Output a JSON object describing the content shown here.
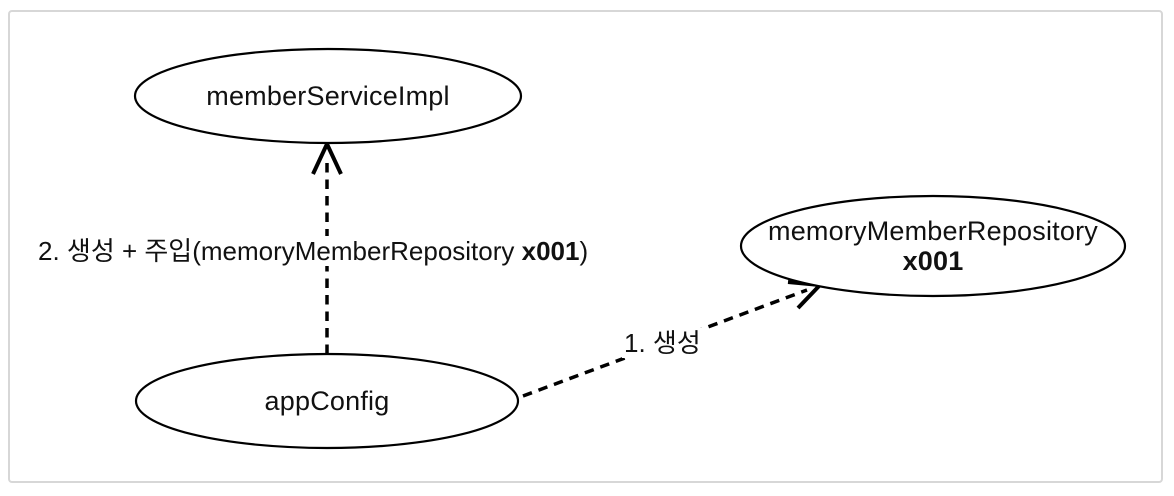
{
  "diagram": {
    "title": "spring-bean-creation-di-diagram",
    "nodes": {
      "member_service_impl": {
        "label": "memberServiceImpl"
      },
      "memory_member_repository": {
        "label": "memoryMemberRepository",
        "sublabel": "x001"
      },
      "app_config": {
        "label": "appConfig"
      }
    },
    "edges": {
      "create_and_inject": {
        "label_prefix": "2. 생성 + 주입(memoryMemberRepository ",
        "label_bold": "x001",
        "label_suffix": ")"
      },
      "create": {
        "label": "1. 생성"
      }
    },
    "colors": {
      "stroke": "#000000",
      "frame_border": "#d7d7d7",
      "background": "#ffffff"
    }
  }
}
